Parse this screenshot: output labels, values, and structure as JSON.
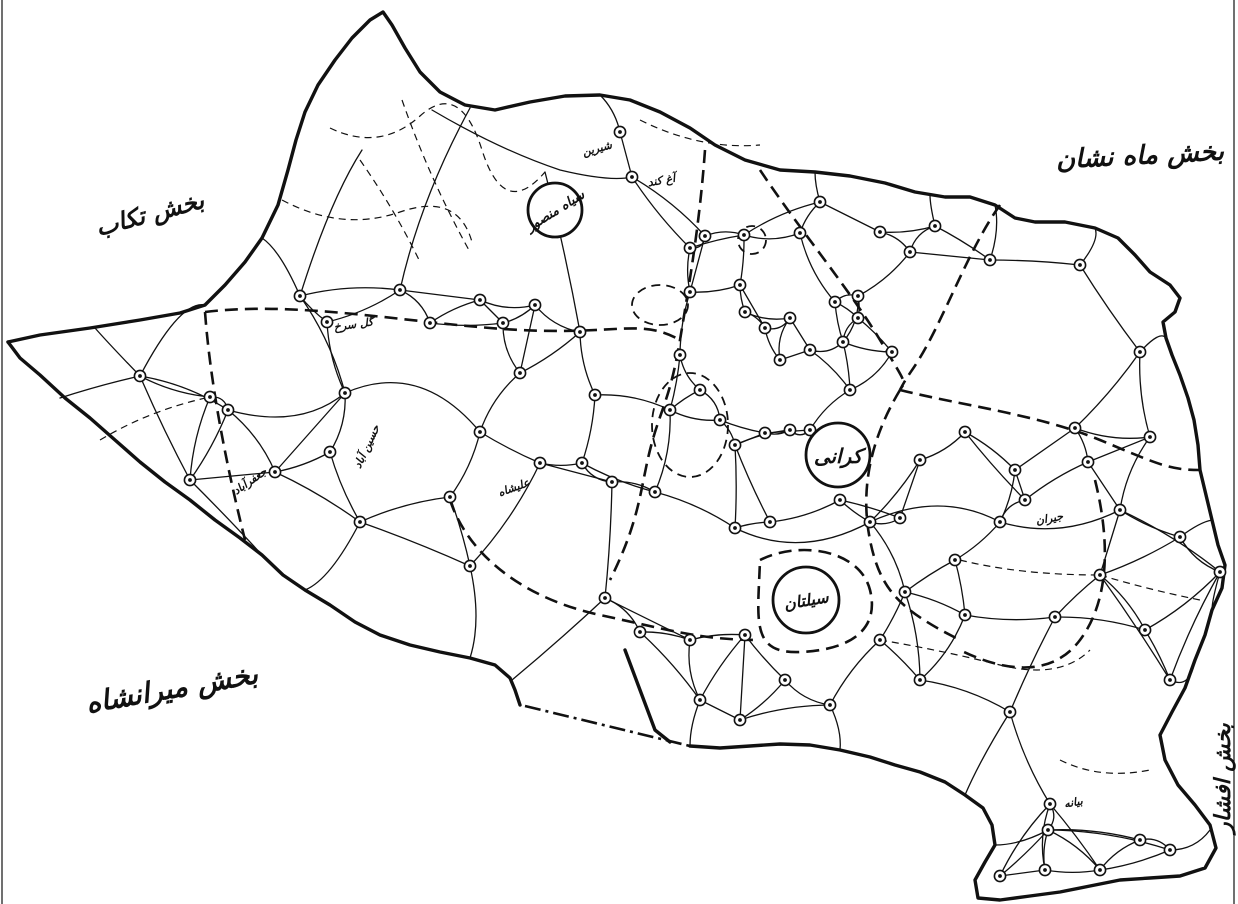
{
  "map": {
    "regions": {
      "mahneshan": "بخش ماه نشان",
      "takab": "بخش تکاب",
      "miranshah": "بخش میرانشاه",
      "afshar": "بخش افشار"
    },
    "rural_districts": [
      "سیاه منصور",
      "کرانی",
      "سیلتان"
    ],
    "villages": [
      "شیرین",
      "آغ کند",
      "گل سرخ",
      "حسین آباد",
      "جعفرآباد",
      "علیشاه",
      "جیران",
      "بیانه"
    ],
    "colors": {
      "ink": "#111111",
      "paper": "#ffffff"
    }
  }
}
